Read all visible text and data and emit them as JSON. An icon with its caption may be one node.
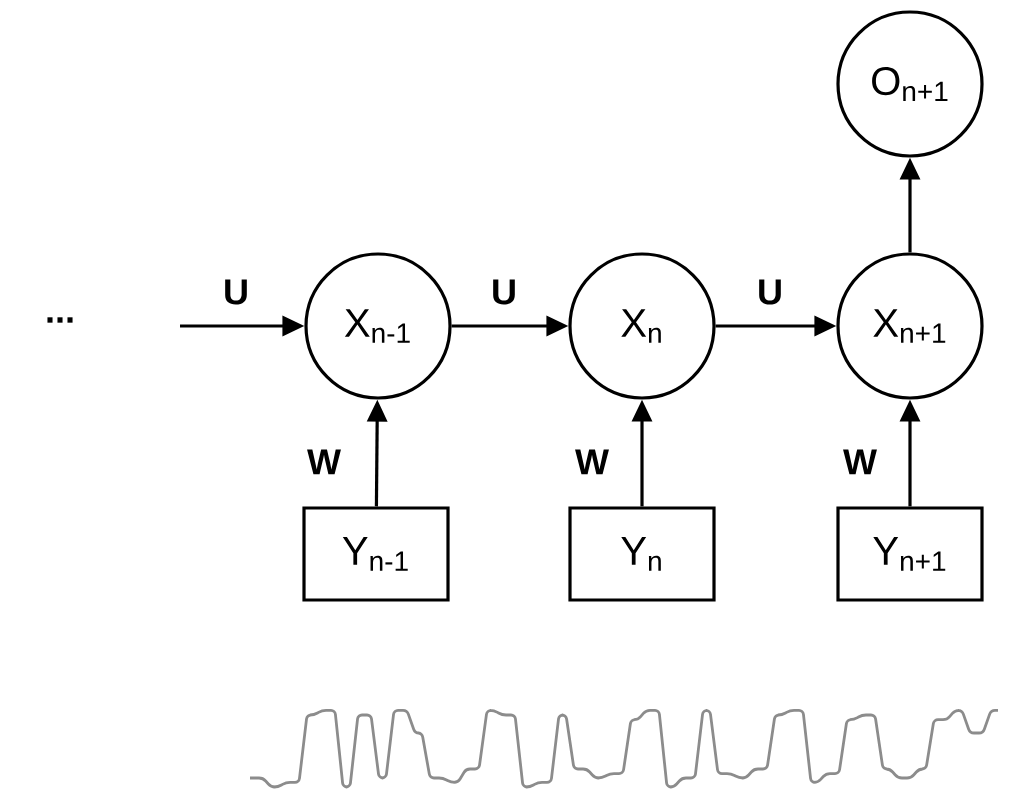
{
  "diagram": {
    "nodes": [
      {
        "text": [
          "X$_{n-1}$"
        ]
      },
      {
        "text": [
          "X$_{n}$"
        ]
      },
      {
        "text": [
          "X$_{n+1}$"
        ]
      },
      {
        "text": [
          "O$_{n+1}$"
        ]
      },
      {
        "text": [
          "Y$_{n-1}$"
        ]
      },
      {
        "text": [
          "Y$_{n}$"
        ]
      },
      {
        "text": [
          "Y$_{n+1}$"
        ]
      }
    ],
    "edges": [
      {
        "from": null,
        "to": 0,
        "arrow": "to",
        "label": "U"
      },
      {
        "from": 0,
        "to": 1,
        "arrow": "to",
        "label": "U"
      },
      {
        "from": 1,
        "to": 2,
        "arrow": "to",
        "label": "U"
      },
      {
        "from": 2,
        "to": 3,
        "arrow": "to"
      },
      {
        "from": 4,
        "to": 0,
        "arrow": "to",
        "label": "W"
      },
      {
        "from": 5,
        "to": 1,
        "arrow": "to",
        "label": "W"
      },
      {
        "from": 6,
        "to": 2,
        "arrow": "to",
        "label": "W"
      }
    ],
    "labels": [
      "..."
    ]
  }
}
